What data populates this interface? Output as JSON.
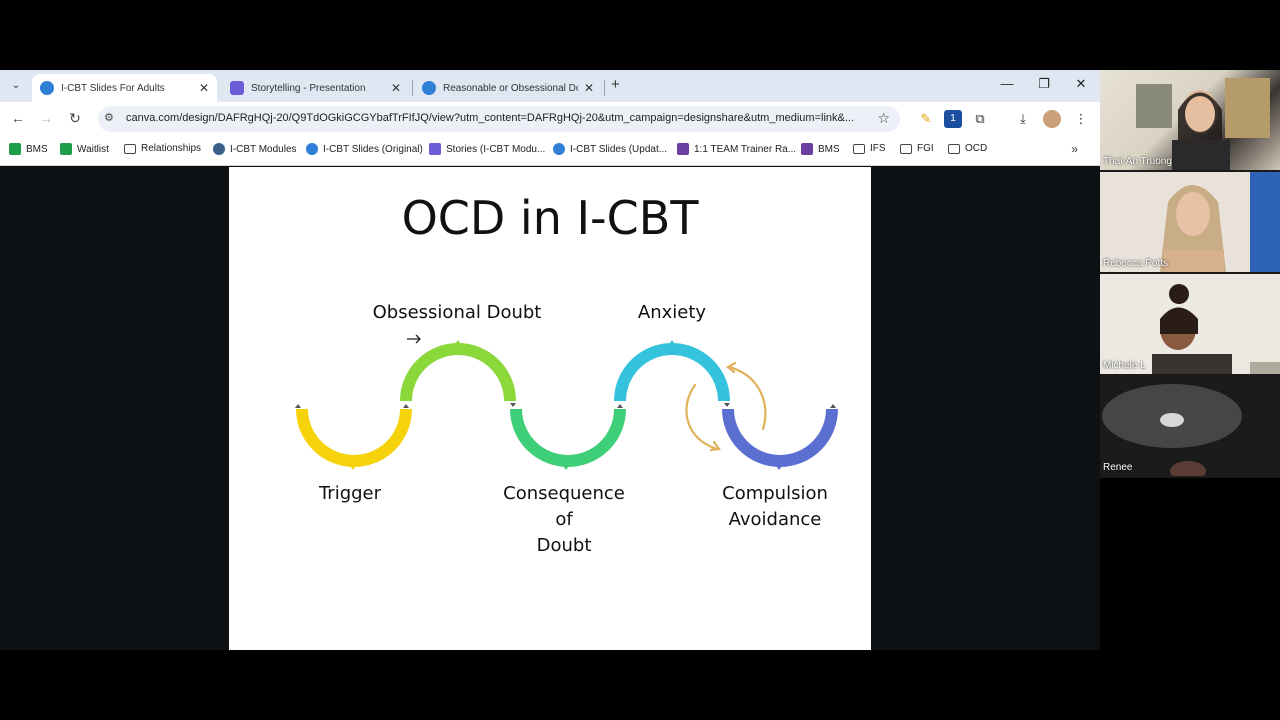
{
  "browser": {
    "tabs": [
      {
        "title": "I-CBT Slides For Adults",
        "active": true,
        "icon": "canva-icon",
        "color": "#2f7fd6"
      },
      {
        "title": "Storytelling - Presentation",
        "active": false,
        "icon": "presentation-icon",
        "color": "#6c5cd6"
      },
      {
        "title": "Reasonable or Obsessional Dou",
        "active": false,
        "icon": "canva-icon",
        "color": "#2f7fd6"
      }
    ],
    "url": "canva.com/design/DAFRgHQj-20/Q9TdOGkiGCGYbafTrFIfJQ/view?utm_content=DAFRgHQj-20&utm_campaign=designshare&utm_medium=link&...",
    "bookmarks": [
      {
        "label": "BMS",
        "icon": "sheets-icon",
        "color": "#1e9e4a"
      },
      {
        "label": "Waitlist",
        "icon": "sheets-icon",
        "color": "#1e9e4a"
      },
      {
        "label": "Relationships",
        "icon": "folder-icon"
      },
      {
        "label": "I-CBT Modules",
        "icon": "wordpress-icon",
        "color": "#3a5f8a"
      },
      {
        "label": "I-CBT Slides (Original)",
        "icon": "canva-icon",
        "color": "#2f7fd6"
      },
      {
        "label": "Stories (I-CBT Modu...",
        "icon": "presentation-icon",
        "color": "#6c5cd6"
      },
      {
        "label": "I-CBT Slides (Updat...",
        "icon": "canva-icon",
        "color": "#2f7fd6"
      },
      {
        "label": "1:1 TEAM Trainer Ra...",
        "icon": "form-icon",
        "color": "#6b3fa0"
      },
      {
        "label": "BMS",
        "icon": "form-icon",
        "color": "#6b3fa0"
      },
      {
        "label": "IFS",
        "icon": "folder-icon"
      },
      {
        "label": "FGI",
        "icon": "folder-icon"
      },
      {
        "label": "OCD",
        "icon": "folder-icon"
      }
    ]
  },
  "slide": {
    "title": "OCD in I-CBT",
    "labels": {
      "trigger": "Trigger",
      "obsessional_doubt": "Obsessional Doubt",
      "consequence_1": "Consequence",
      "consequence_2": "of",
      "consequence_3": "Doubt",
      "anxiety": "Anxiety",
      "compulsion": "Compulsion",
      "avoidance": "Avoidance"
    },
    "arc_colors": [
      "#f5d20a",
      "#8ad83a",
      "#3ecf78",
      "#35c2dc",
      "#5a6fd0"
    ],
    "loop_arrow_color": "#e0b25a"
  },
  "participants": [
    {
      "name": "Thai-An Truong"
    },
    {
      "name": "Rebecca Potts"
    },
    {
      "name": "Michele L"
    },
    {
      "name": "Renee"
    }
  ]
}
